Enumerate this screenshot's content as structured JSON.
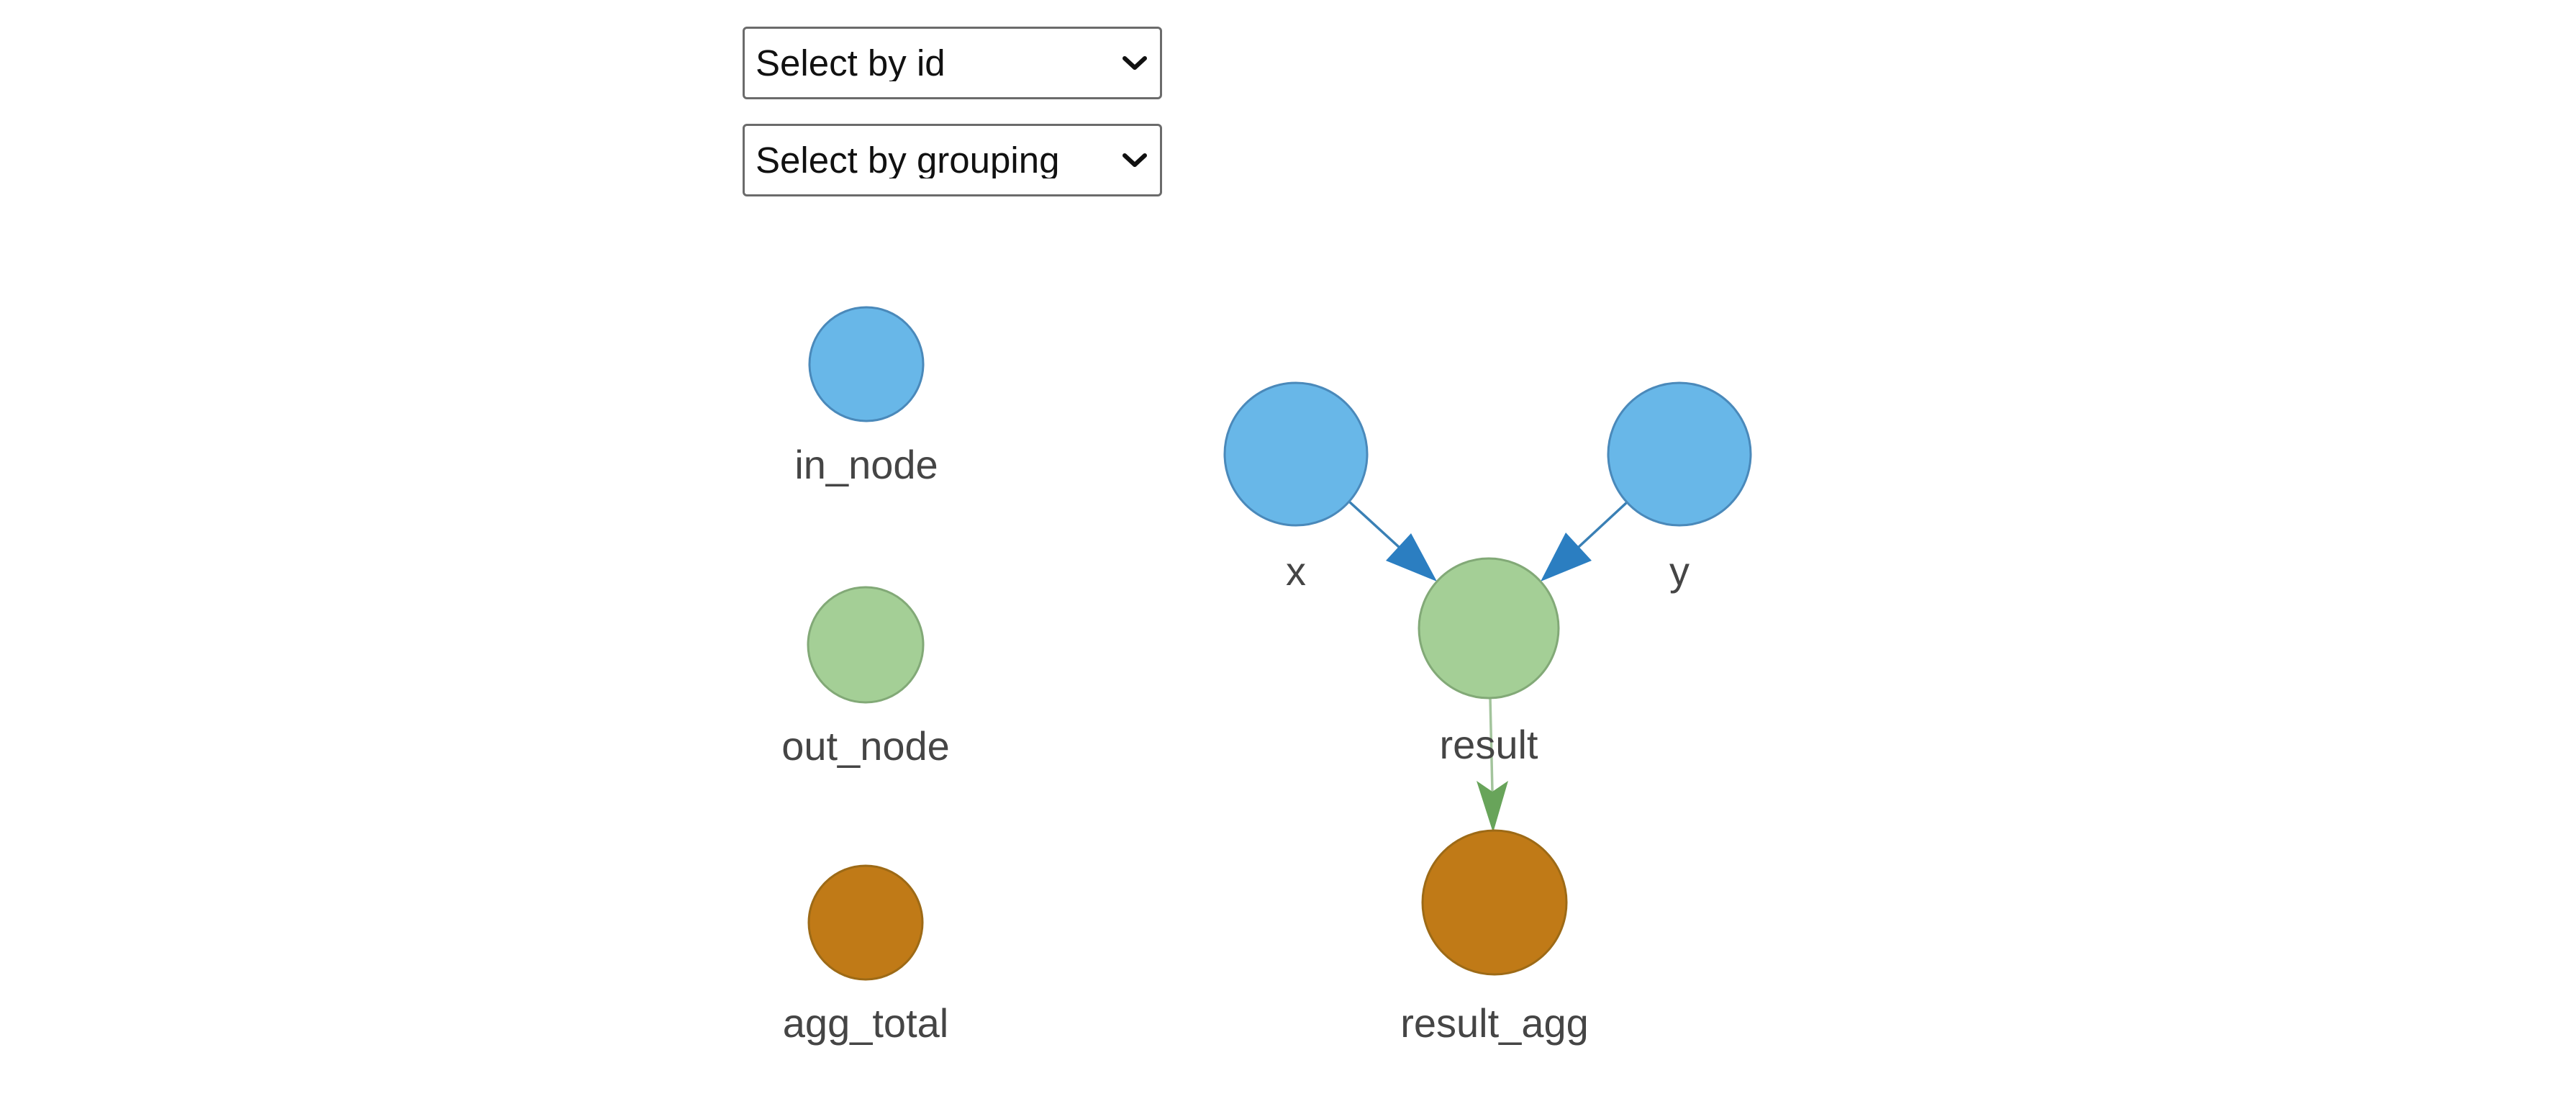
{
  "controls": {
    "select_by_id": {
      "value": "Select by id"
    },
    "select_by_grouping": {
      "value": "Select by grouping"
    }
  },
  "colors": {
    "in_node": "#68b7e8",
    "in_node_border": "#4a89ba",
    "out_node": "#a4cf96",
    "out_node_border": "#82a977",
    "agg_total": "#c07a17",
    "agg_total_border": "#9d6a16",
    "edge_blue_line": "#3a80b5",
    "edge_blue_arrow": "#2b7ec1",
    "edge_green_line": "#a3c49c",
    "edge_green_arrow": "#68a45a",
    "label": "#454545"
  },
  "legend": {
    "items": [
      {
        "label": "in_node",
        "type": "in_node"
      },
      {
        "label": "out_node",
        "type": "out_node"
      },
      {
        "label": "agg_total",
        "type": "agg_total"
      }
    ]
  },
  "graph": {
    "nodes": [
      {
        "id": "x",
        "label": "x",
        "type": "in_node"
      },
      {
        "id": "y",
        "label": "y",
        "type": "in_node"
      },
      {
        "id": "result",
        "label": "result",
        "type": "out_node"
      },
      {
        "id": "result_agg",
        "label": "result_agg",
        "type": "agg_total"
      }
    ],
    "edges": [
      {
        "from": "x",
        "to": "result",
        "color": "blue"
      },
      {
        "from": "y",
        "to": "result",
        "color": "blue"
      },
      {
        "from": "result",
        "to": "result_agg",
        "color": "green"
      }
    ]
  }
}
